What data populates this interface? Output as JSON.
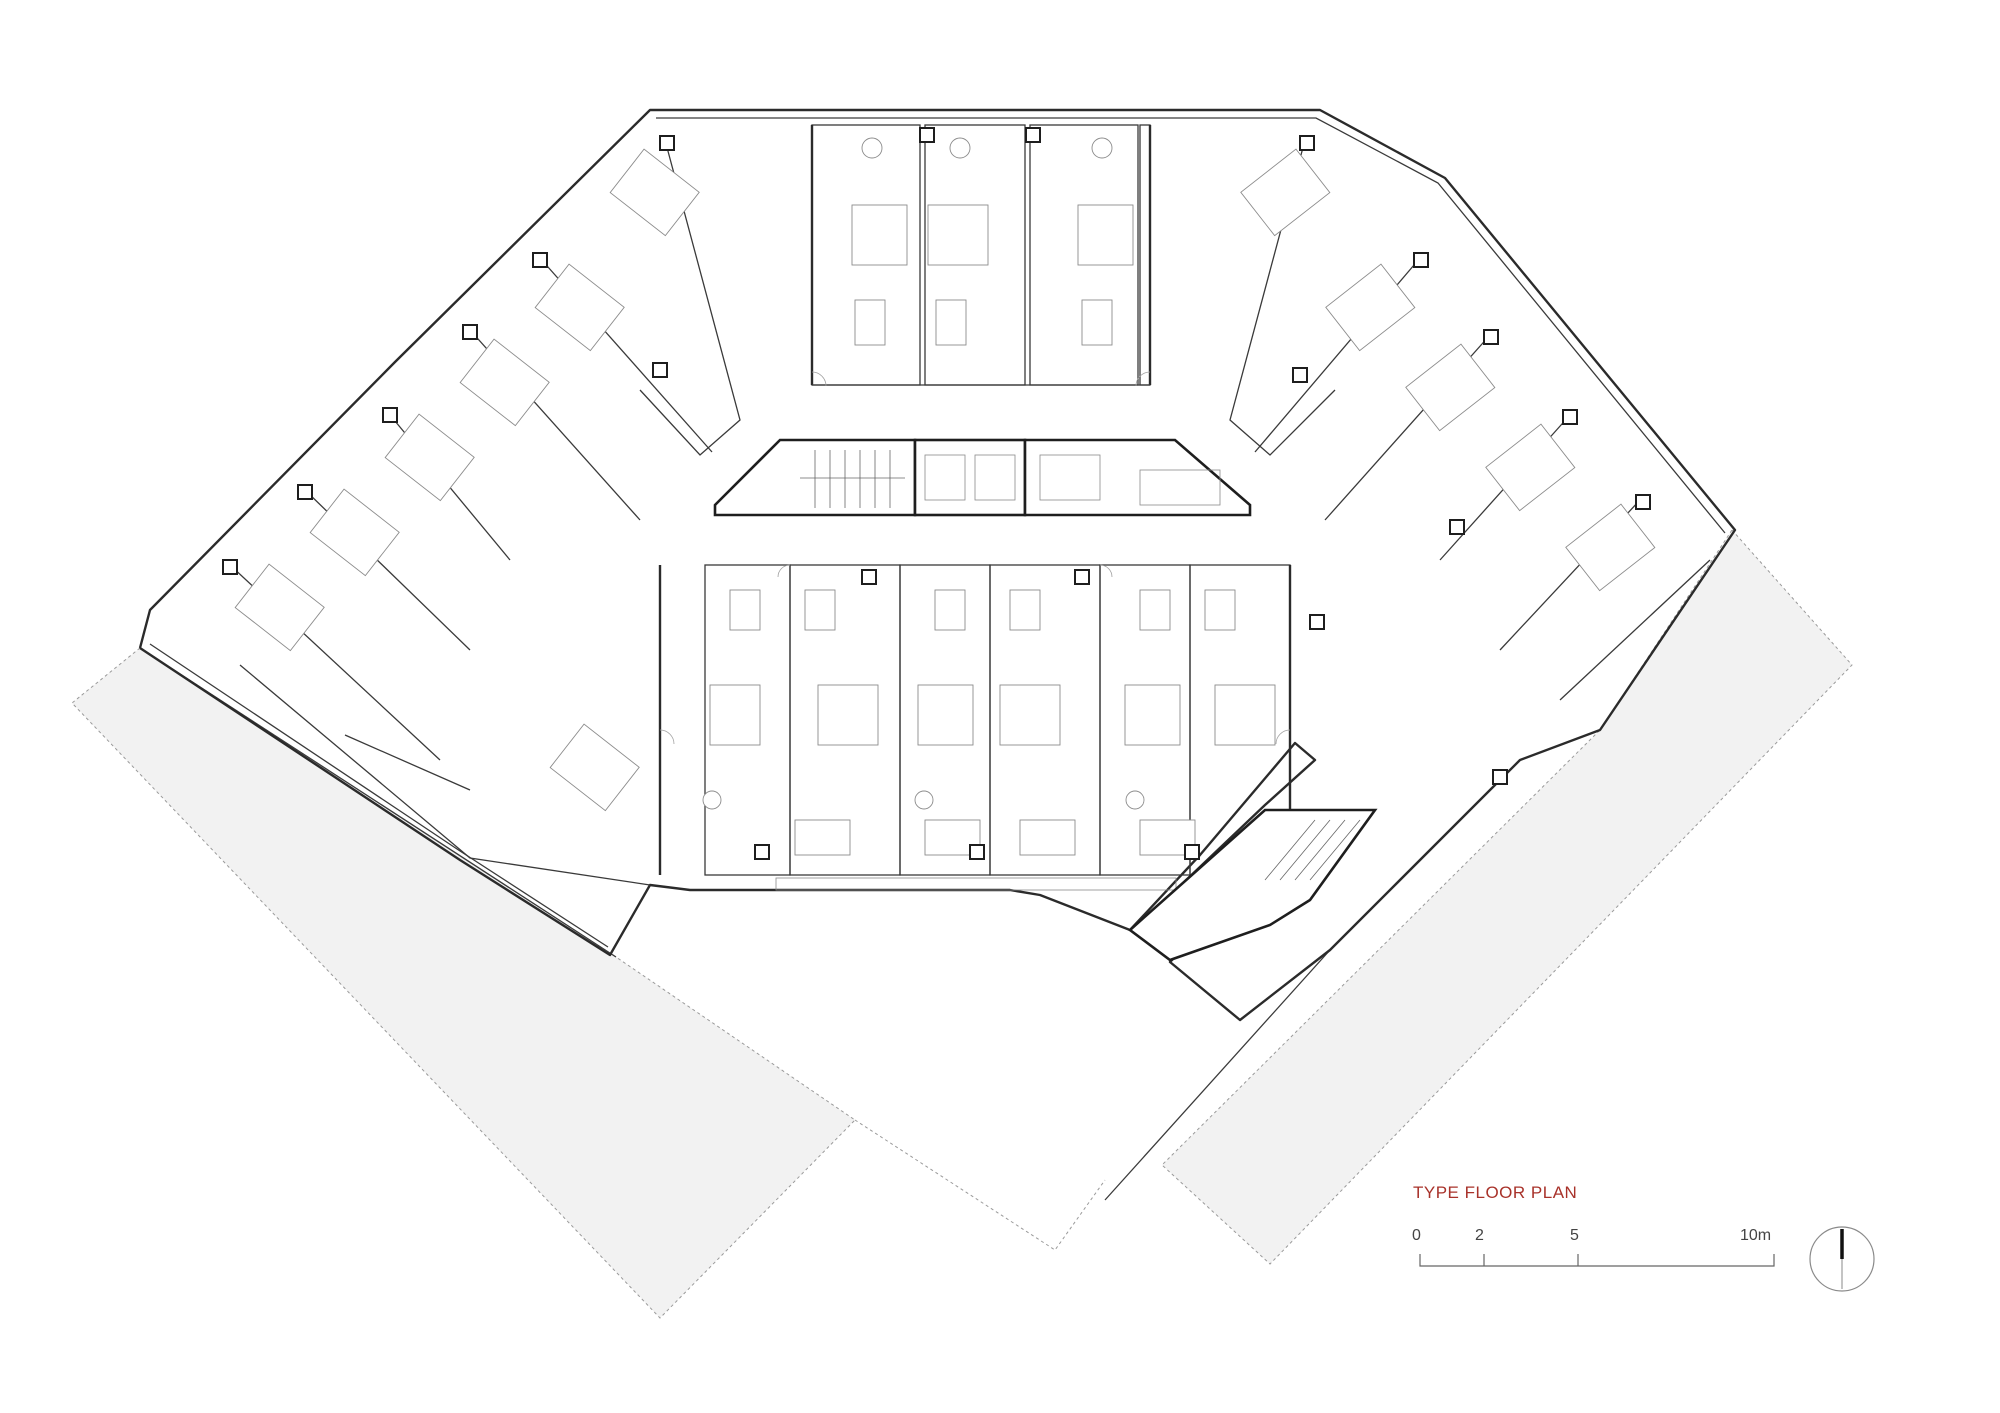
{
  "drawing": {
    "title": "TYPE FLOOR PLAN",
    "title_color": "#a8322a",
    "line_color": "#2b2b2b"
  },
  "scale_bar": {
    "labels": [
      "0",
      "2",
      "5",
      "10m"
    ],
    "distances_m": [
      0,
      2,
      5,
      10
    ]
  },
  "north_arrow": {
    "icon": "north-arrow-icon"
  }
}
